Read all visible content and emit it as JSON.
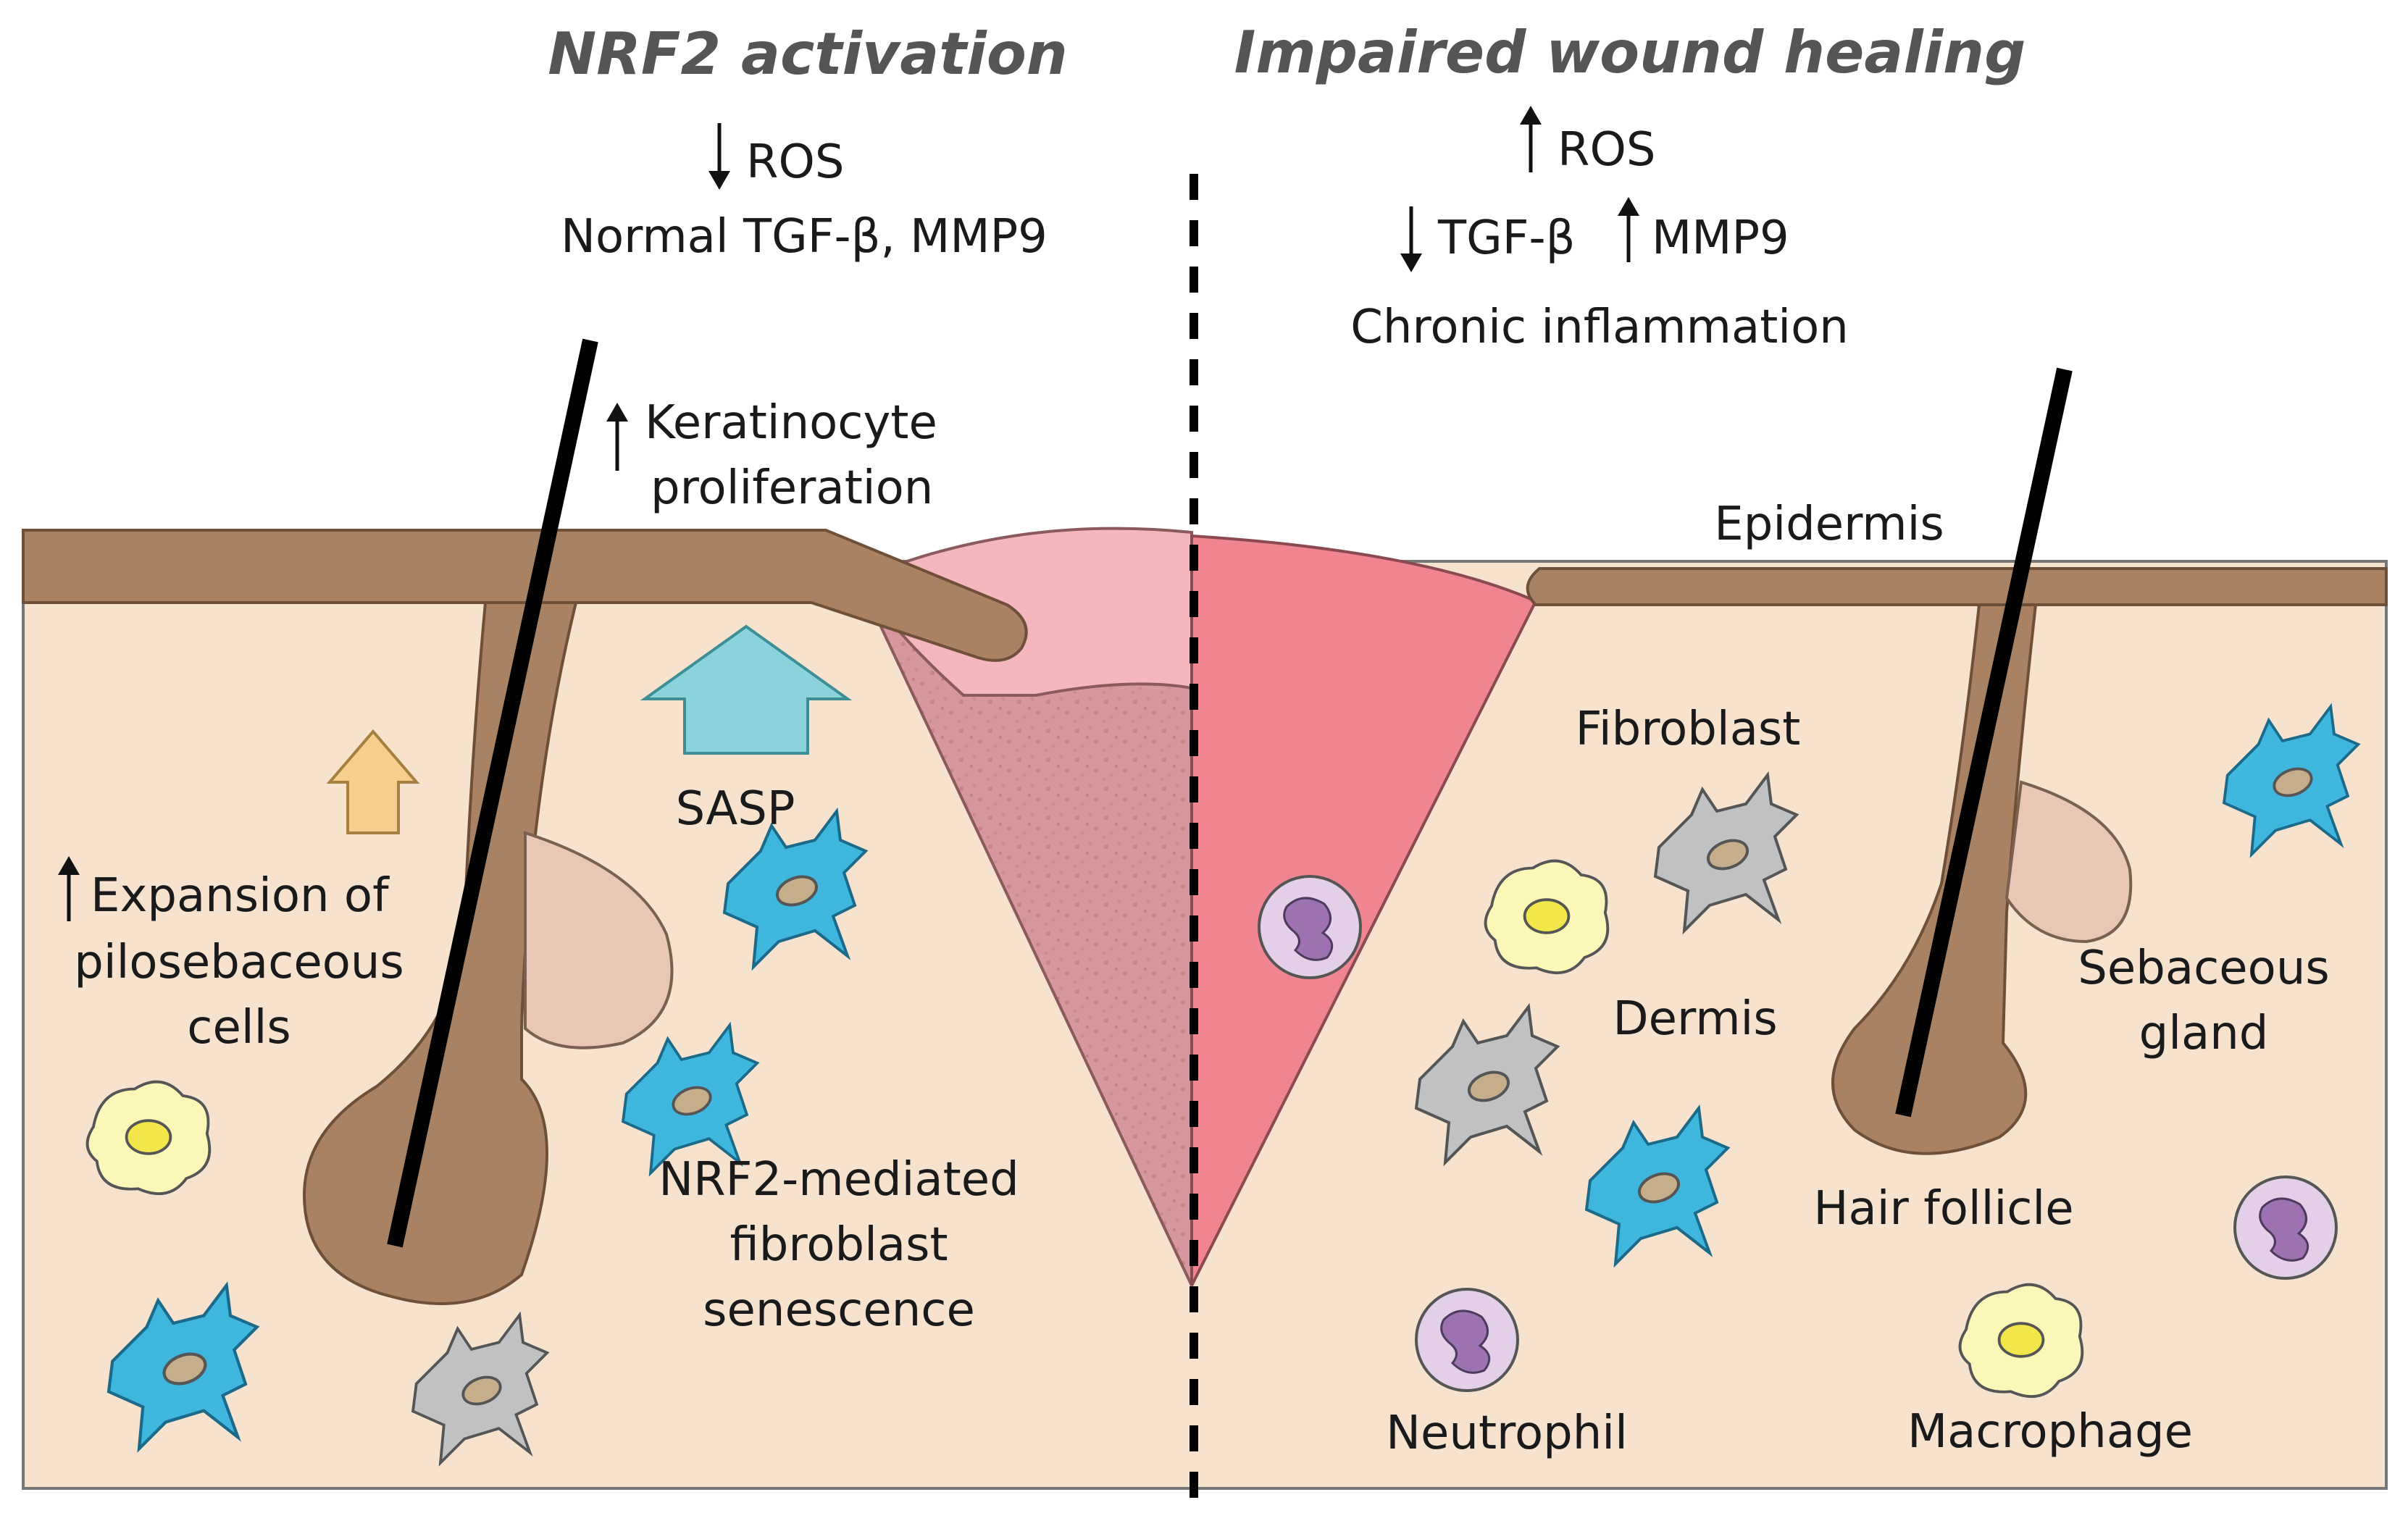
{
  "left_panel": {
    "title": "NRF2 activation",
    "ros": "ROS",
    "tgf_mmp": "Normal TGF-β, MMP9",
    "keratinocyte_line1": "Keratinocyte",
    "keratinocyte_line2": "proliferation",
    "sasp": "SASP",
    "expansion_line1": "Expansion of",
    "expansion_line2": "pilosebaceous",
    "expansion_line3": "cells",
    "senescence_line1": "NRF2-mediated",
    "senescence_line2": "fibroblast",
    "senescence_line3": "senescence"
  },
  "right_panel": {
    "title": "Impaired wound healing",
    "ros": "ROS",
    "tgf": "TGF-β",
    "mmp9": "MMP9",
    "inflammation": "Chronic inflammation",
    "epidermis": "Epidermis",
    "fibroblast": "Fibroblast",
    "dermis": "Dermis",
    "sebaceous_line1": "Sebaceous",
    "sebaceous_line2": "gland",
    "hair_follicle": "Hair follicle",
    "neutrophil": "Neutrophil",
    "macrophage": "Macrophage"
  },
  "colors": {
    "dermis": "#f6e2cd",
    "epidermis": "#a98263",
    "wound_left": "#d99b9f",
    "wound_right": "#f08591",
    "scab": "#f4b7be",
    "fibroblast_blue": "#3fb6dd",
    "fibroblast_gray": "#bfc1c3",
    "macrophage": "#fbf7b8",
    "neutrophil": "#d7b7de",
    "sebaceous": "#e8c8b4",
    "sasp_arrow": "#8ad3dc",
    "expansion_arrow": "#f7cf8d"
  }
}
